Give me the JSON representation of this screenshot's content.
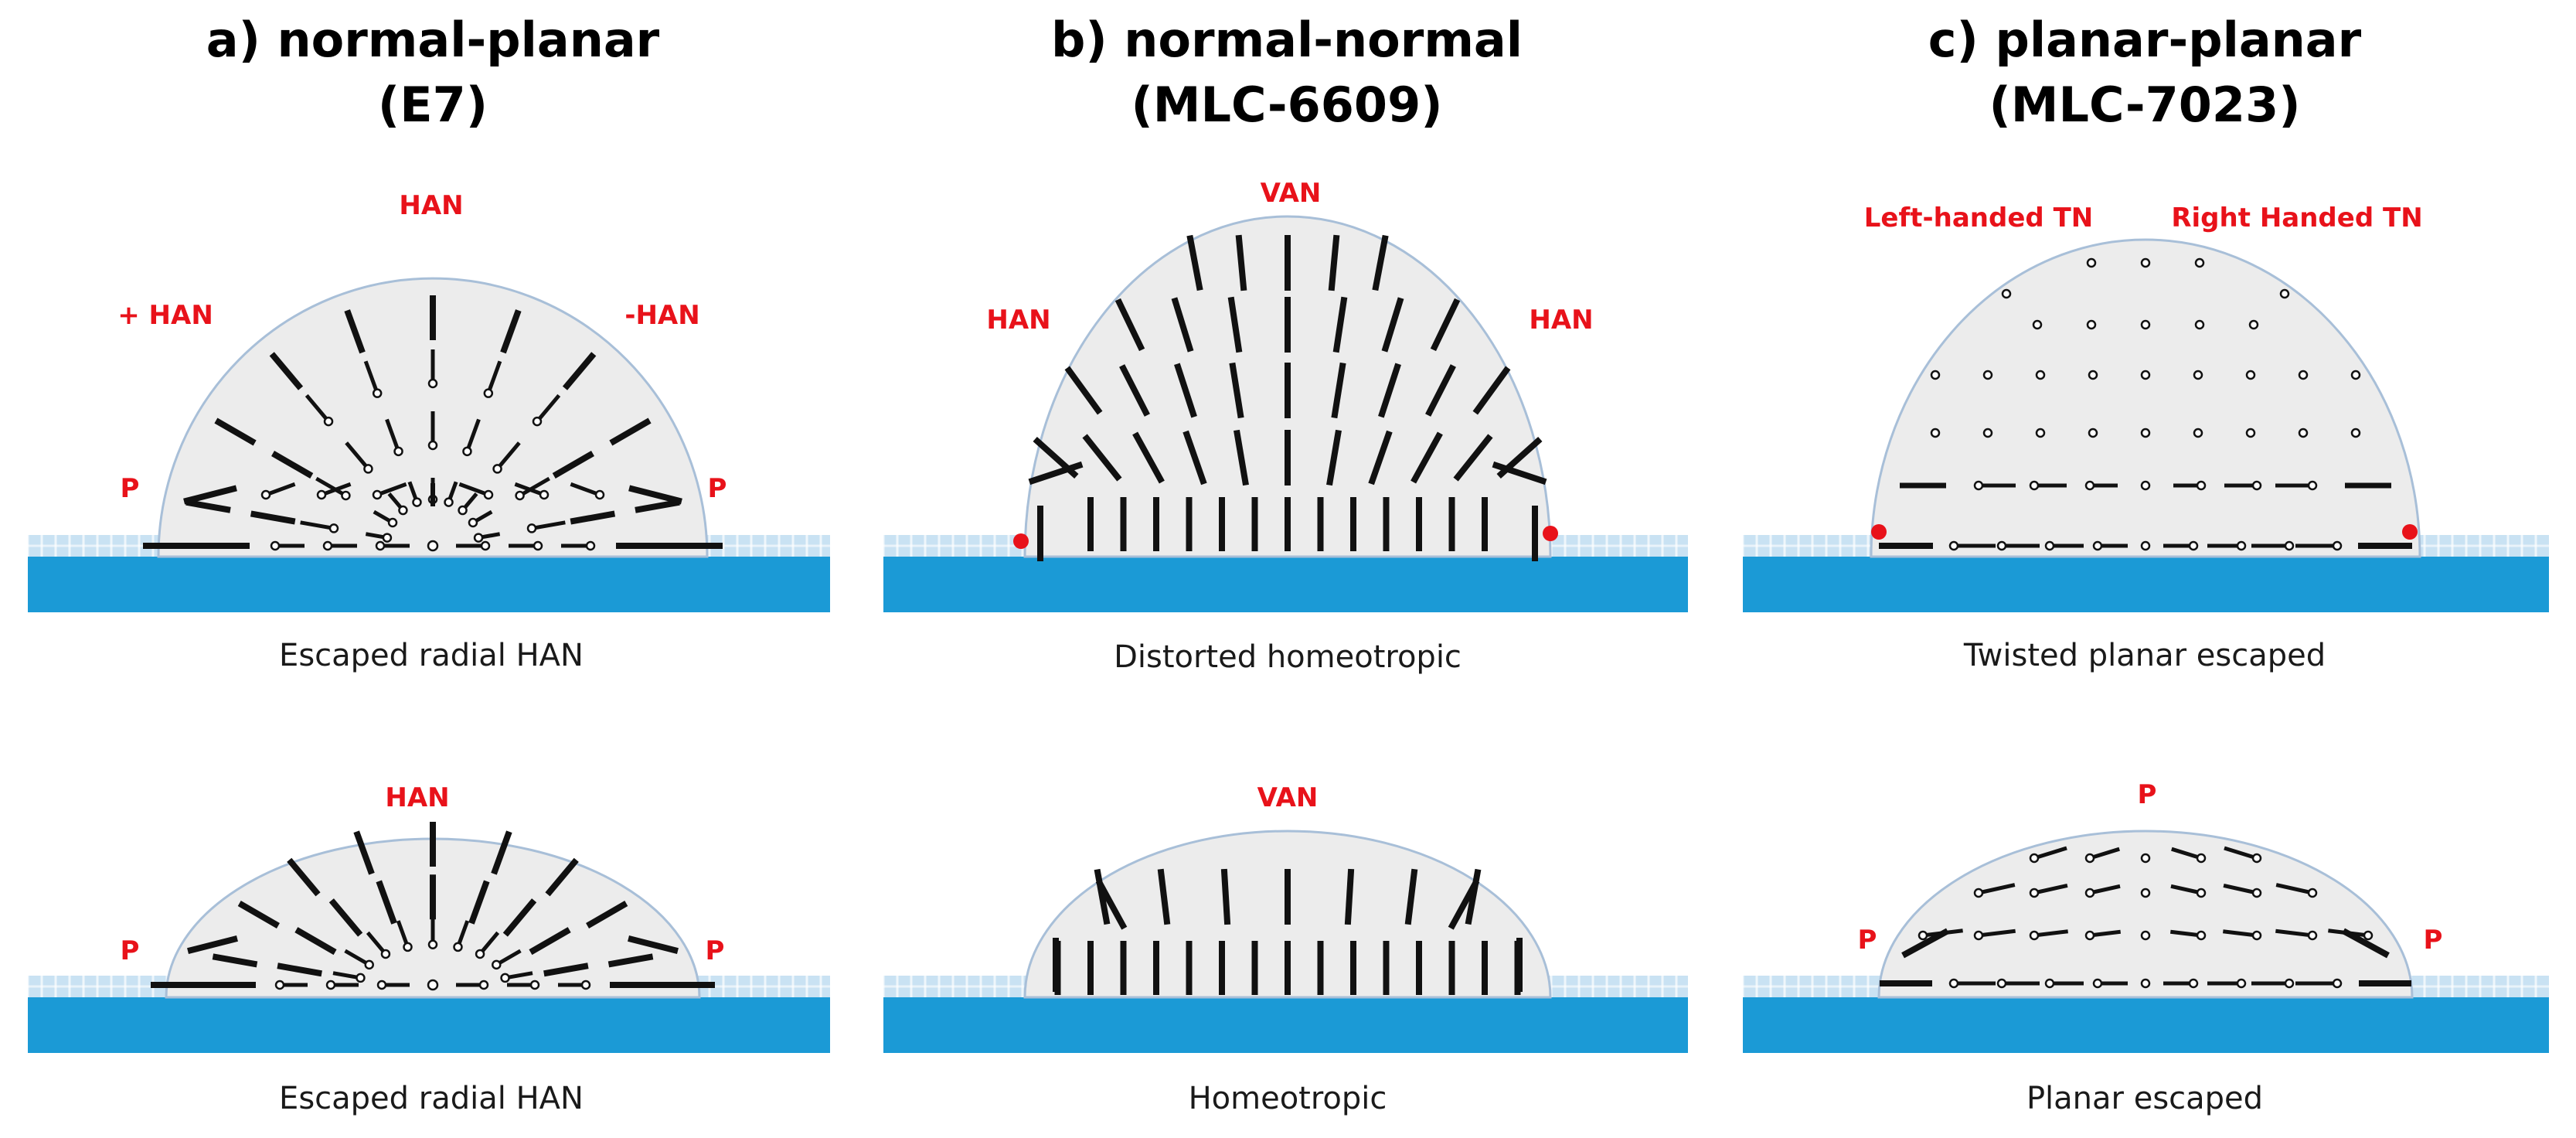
{
  "colors": {
    "substrate": "#1b9ad6",
    "coating": "#c9e2f3",
    "droplet_fill": "#ececec",
    "droplet_stroke": "#a8bfd8",
    "director": "#111111",
    "defect": "#e8121a"
  },
  "columns": [
    {
      "title_line1": "a) normal-planar",
      "title_line2": "(E7)"
    },
    {
      "title_line1": "b) normal-normal",
      "title_line2": "(MLC-6609)"
    },
    {
      "title_line1": "c) planar-planar",
      "title_line2": "(MLC-7023)"
    }
  ],
  "panels": [
    {
      "id": "a-top",
      "caption": "Escaped radial HAN",
      "labels": [
        {
          "text": "HAN"
        },
        {
          "text": "+ HAN"
        },
        {
          "text": "-HAN"
        },
        {
          "text": "P"
        },
        {
          "text": "P"
        }
      ]
    },
    {
      "id": "b-top",
      "caption": "Distorted homeotropic",
      "labels": [
        {
          "text": "VAN"
        },
        {
          "text": "HAN"
        },
        {
          "text": "HAN"
        }
      ]
    },
    {
      "id": "c-top",
      "caption": "Twisted planar escaped",
      "labels": [
        {
          "text": "Left-handed TN"
        },
        {
          "text": "Right Handed TN"
        }
      ]
    },
    {
      "id": "a-bottom",
      "caption": "Escaped radial HAN",
      "labels": [
        {
          "text": "HAN"
        },
        {
          "text": "P"
        },
        {
          "text": "P"
        }
      ]
    },
    {
      "id": "b-bottom",
      "caption": "Homeotropic",
      "labels": [
        {
          "text": "VAN"
        }
      ]
    },
    {
      "id": "c-bottom",
      "caption": "Planar escaped",
      "labels": [
        {
          "text": "P"
        },
        {
          "text": "P"
        },
        {
          "text": "P"
        }
      ]
    }
  ]
}
